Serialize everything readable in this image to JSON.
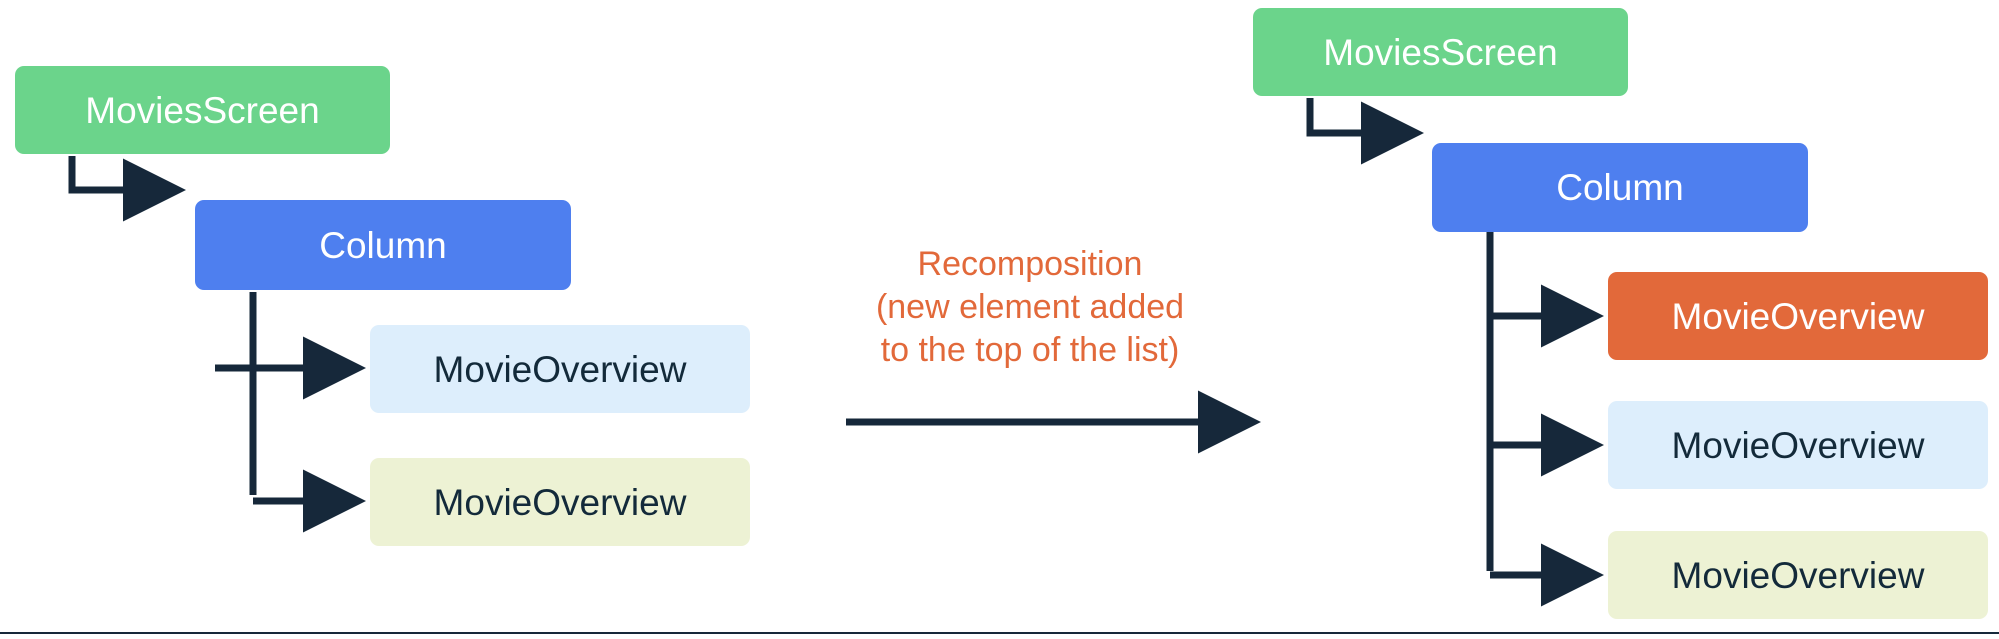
{
  "diagram": {
    "title_colors": {
      "green": "#6bd48b",
      "blue": "#4e7fef",
      "light_blue": "#ddeefc",
      "cream": "#edf2d4",
      "orange": "#e2693a",
      "connector": "#16283a",
      "dark_text": "#132a3a",
      "background": "#ffffff"
    },
    "before": {
      "screen": {
        "label": "MoviesScreen"
      },
      "column": {
        "label": "Column"
      },
      "items": [
        {
          "label": "MovieOverview",
          "color": "light_blue"
        },
        {
          "label": "MovieOverview",
          "color": "cream"
        }
      ]
    },
    "transition": {
      "lines": [
        "Recomposition",
        "(new element added",
        "to the top of the list)"
      ],
      "arrow": "right-arrow"
    },
    "after": {
      "screen": {
        "label": "MoviesScreen"
      },
      "column": {
        "label": "Column"
      },
      "items": [
        {
          "label": "MovieOverview",
          "color": "orange"
        },
        {
          "label": "MovieOverview",
          "color": "light_blue"
        },
        {
          "label": "MovieOverview",
          "color": "cream"
        }
      ]
    }
  }
}
